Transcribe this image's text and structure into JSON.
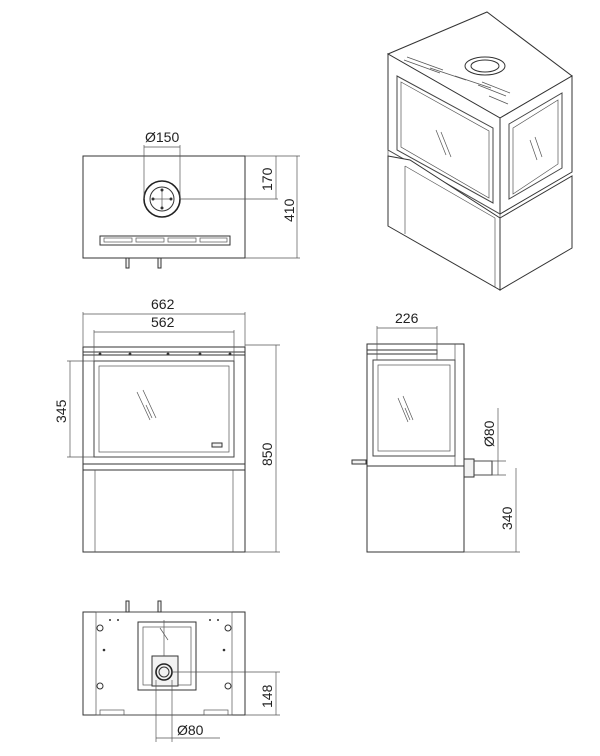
{
  "dimensions": {
    "top_flue_diameter": "Ø150",
    "top_flue_offset": "170",
    "top_depth": "410",
    "overall_width": "662",
    "inner_width": "562",
    "window_height": "345",
    "overall_height": "850",
    "side_depth": "226",
    "rear_flue_diameter": "Ø80",
    "rear_flue_height": "340",
    "bottom_air_offset": "148",
    "bottom_air_diameter": "Ø80"
  },
  "colors": {
    "line": "#333333",
    "background": "#ffffff"
  }
}
